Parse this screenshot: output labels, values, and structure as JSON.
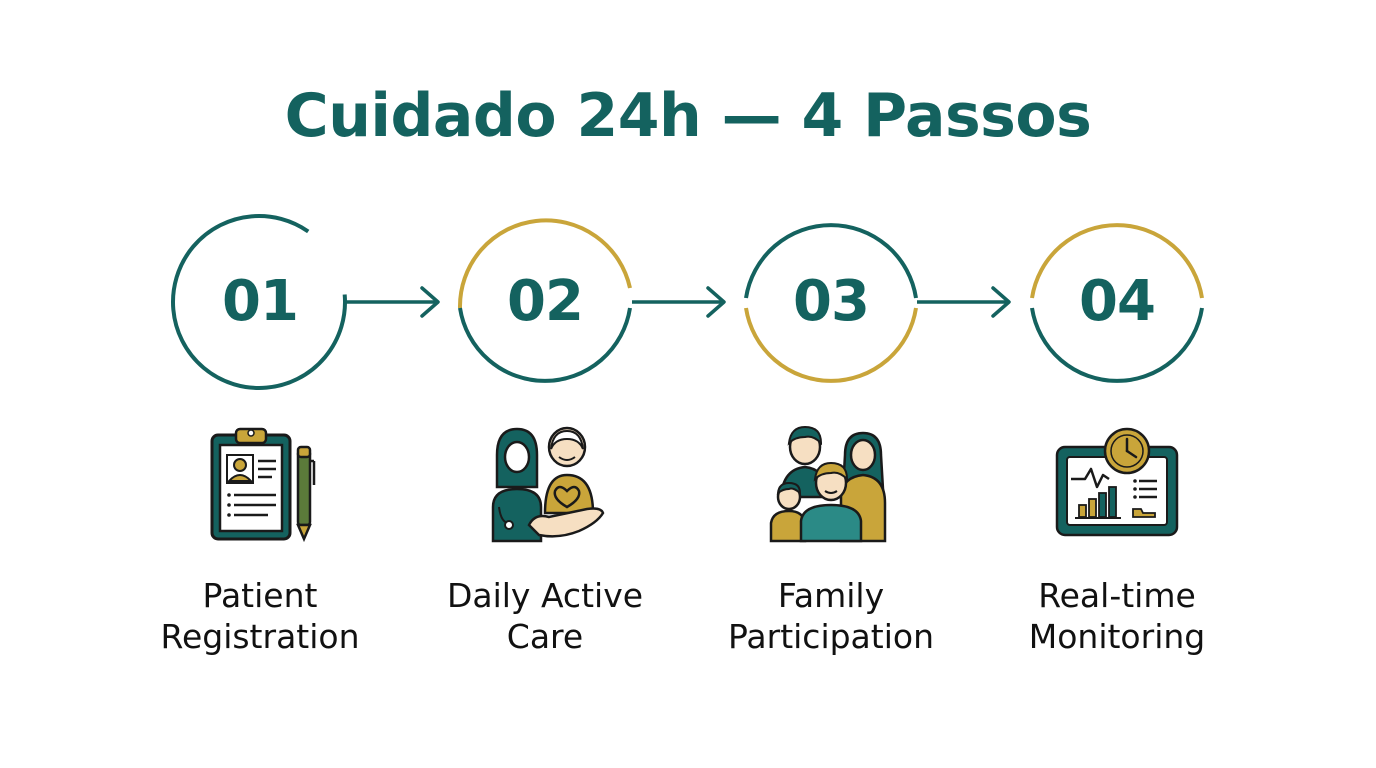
{
  "title": "Cuidado 24h — 4 Passos",
  "colors": {
    "teal": "#14625f",
    "gold": "#c9a53a",
    "text": "#111111"
  },
  "steps": [
    {
      "number": "01",
      "label_line1": "Patient",
      "label_line2": "Registration",
      "icon": "clipboard-patient-icon"
    },
    {
      "number": "02",
      "label_line1": "Daily Active",
      "label_line2": "Care",
      "icon": "caregiver-elderly-icon"
    },
    {
      "number": "03",
      "label_line1": "Family",
      "label_line2": "Participation",
      "icon": "family-group-icon"
    },
    {
      "number": "04",
      "label_line1": "Real-time",
      "label_line2": "Monitoring",
      "icon": "monitor-clock-icon"
    }
  ]
}
